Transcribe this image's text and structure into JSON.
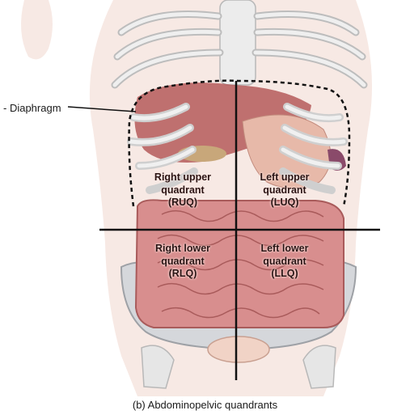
{
  "labels": {
    "diaphragm": "- Diaphragm",
    "ruq": [
      "Right upper",
      "quadrant",
      "(RUQ)"
    ],
    "luq": [
      "Left upper",
      "quadrant",
      "(LUQ)"
    ],
    "rlq": [
      "Right lower",
      "quadrant",
      "(RLQ)"
    ],
    "llq": [
      "Left lower",
      "quadrant",
      "(LLQ)"
    ]
  },
  "caption": "(b) Abdominopelvic quandrants",
  "colors": {
    "skin": "#f7e9e4",
    "bone": "#e9e9e9",
    "bone_stroke": "#b8b8b8",
    "liver": "#b55a5a",
    "stomach": "#e7b9a9",
    "intestine": "#d88e8e",
    "intestine_stroke": "#a95b5b",
    "pelvis": "#d5d7db",
    "lines": "#111111"
  }
}
